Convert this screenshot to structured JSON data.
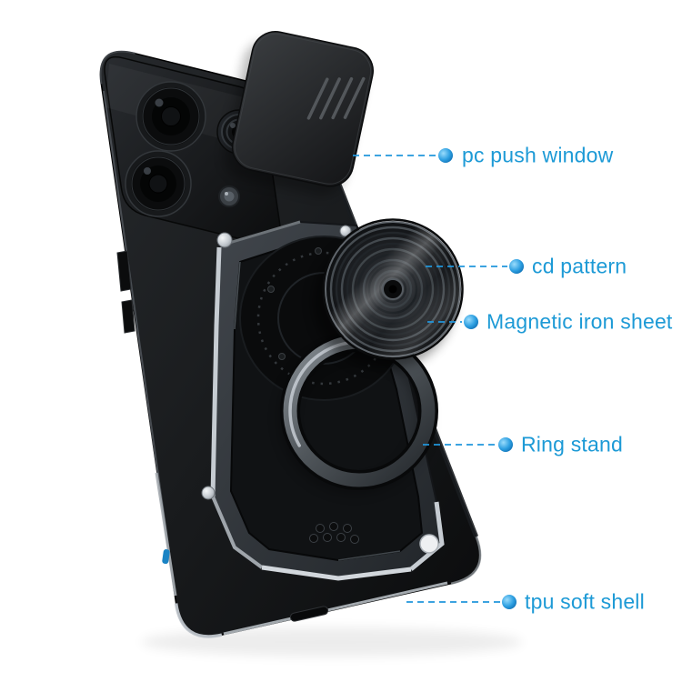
{
  "image": {
    "type": "product-callout-photo",
    "subject": "armor phone case with slide camera cover and ring stand",
    "background": "#ffffff"
  },
  "colors": {
    "accent": "#1d9ad6",
    "callout_dot": "#2d9fe1",
    "case_black": "#121416",
    "trim_silver": "#c6ccd2"
  },
  "annotations": [
    {
      "id": "pc-push-window",
      "label": "pc push window"
    },
    {
      "id": "cd-pattern",
      "label": "cd pattern"
    },
    {
      "id": "magnetic-iron-sheet",
      "label": "Magnetic iron sheet"
    },
    {
      "id": "ring-stand",
      "label": "Ring stand"
    },
    {
      "id": "tpu-soft-shell",
      "label": "tpu soft shell"
    }
  ]
}
